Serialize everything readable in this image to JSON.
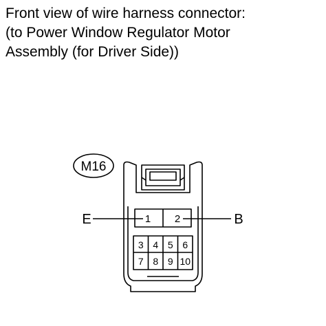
{
  "caption": {
    "line1": "Front view of wire harness connector:",
    "line2": "(to Power Window Regulator Motor",
    "line3": "Assembly (for Driver Side))"
  },
  "connector": {
    "id": "M16",
    "top_pins": [
      "1",
      "2"
    ],
    "bottom_row1": [
      "3",
      "4",
      "5",
      "6"
    ],
    "bottom_row2": [
      "7",
      "8",
      "9",
      "10"
    ]
  },
  "callouts": {
    "left": "E",
    "right": "B"
  }
}
